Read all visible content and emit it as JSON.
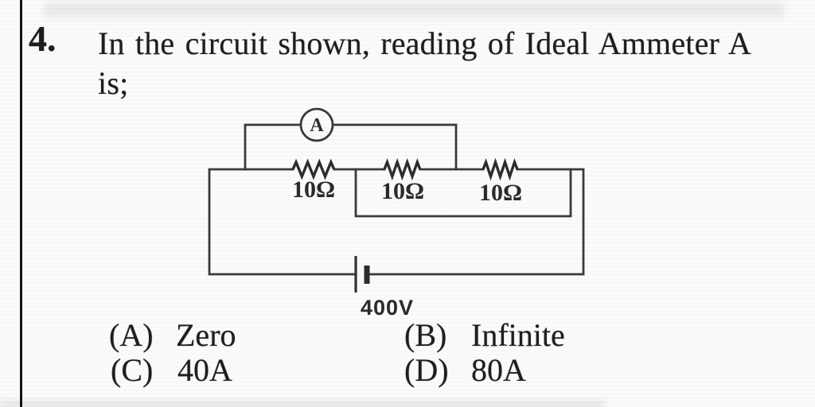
{
  "question": {
    "number": "4.",
    "line1": "In the circuit shown, reading of Ideal Ammeter A",
    "line2": "is;"
  },
  "circuit": {
    "ammeter_label": "A",
    "resistor_labels": [
      "10Ω",
      "10Ω",
      "10Ω"
    ],
    "battery_label": "400V"
  },
  "options": [
    {
      "label": "(A)",
      "text": "Zero"
    },
    {
      "label": "(B)",
      "text": "Infinite"
    },
    {
      "label": "(C)",
      "text": "40A"
    },
    {
      "label": "(D)",
      "text": "80A"
    }
  ],
  "colors": {
    "ink": "#1e1e1e",
    "circuit_line": "#3a3a3a",
    "paper": "#fbfbfa"
  }
}
